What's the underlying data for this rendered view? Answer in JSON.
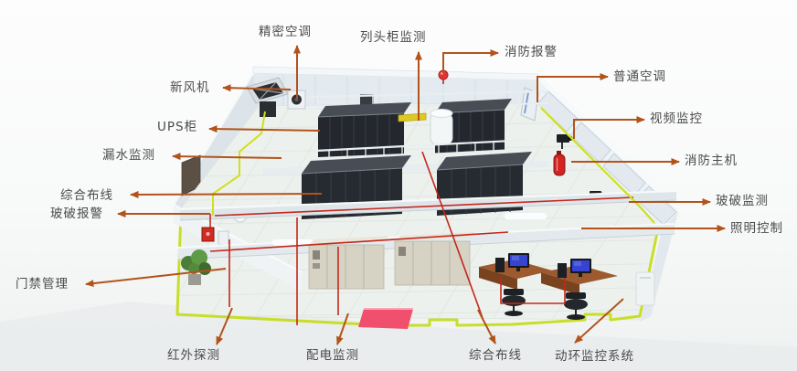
{
  "diagram": {
    "subject": "data-center-room-monitoring",
    "labels": [
      {
        "id": "precision-ac",
        "text": "精密空调"
      },
      {
        "id": "row-cabinet-monitoring",
        "text": "列头柜监测"
      },
      {
        "id": "fire-alarm",
        "text": "消防报警"
      },
      {
        "id": "fresh-air-fan",
        "text": "新风机"
      },
      {
        "id": "ordinary-ac",
        "text": "普通空调"
      },
      {
        "id": "ups-cabinet",
        "text": "UPS柜"
      },
      {
        "id": "video-surveillance",
        "text": "视频监控"
      },
      {
        "id": "water-leak-monitoring",
        "text": "漏水监测"
      },
      {
        "id": "fire-host",
        "text": "消防主机"
      },
      {
        "id": "integrated-cabling-left",
        "text": "综合布线"
      },
      {
        "id": "glass-break-monitoring",
        "text": "玻破监测"
      },
      {
        "id": "glass-break-alarm",
        "text": "玻破报警"
      },
      {
        "id": "lighting-control",
        "text": "照明控制"
      },
      {
        "id": "access-control",
        "text": "门禁管理"
      },
      {
        "id": "infrared-detection",
        "text": "红外探测"
      },
      {
        "id": "power-distribution-monitoring",
        "text": "配电监测"
      },
      {
        "id": "integrated-cabling-bottom",
        "text": "综合布线"
      },
      {
        "id": "env-monitoring-system",
        "text": "动环监控系统"
      }
    ],
    "colors": {
      "leader_arrow": "#b2531a",
      "label_text": "#4b4b4b",
      "floor_border_yellow": "#c6dc1e",
      "cable_red": "#c3281c",
      "cable_yellow": "#cfe01d",
      "rack_dark": "#24272d",
      "desk_brown": "#93572c",
      "entrance_mat_pink": "#f0506e",
      "monitor_screen_blue": "#3644d0",
      "wall_light": "#e9eef2",
      "fire_device_red": "#d22222"
    }
  }
}
